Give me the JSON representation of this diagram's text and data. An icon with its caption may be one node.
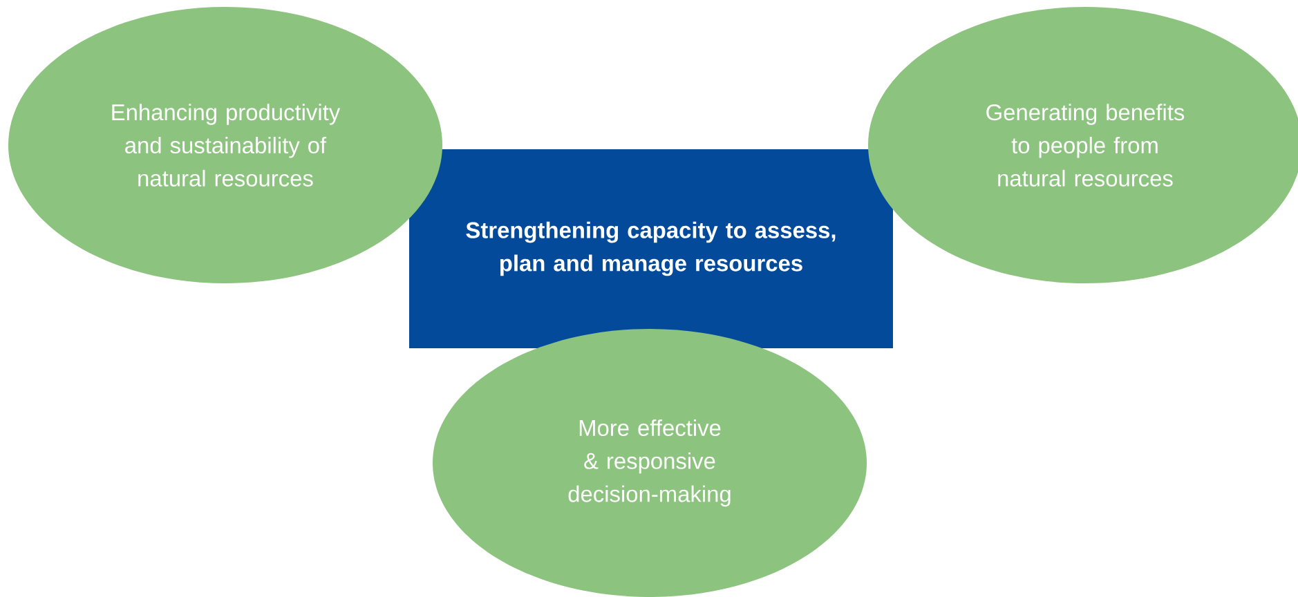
{
  "diagram": {
    "nodes": [
      {
        "text": [
          "Enhancing productivity and sustainability of natural resources"
        ]
      },
      {
        "text": [
          "Generating benefits to people from natural resources"
        ]
      },
      {
        "text": [
          "Strengthening capacity to assess, plan and manage resources"
        ]
      },
      {
        "text": [
          "More effective & responsive decision-making"
        ]
      }
    ]
  }
}
